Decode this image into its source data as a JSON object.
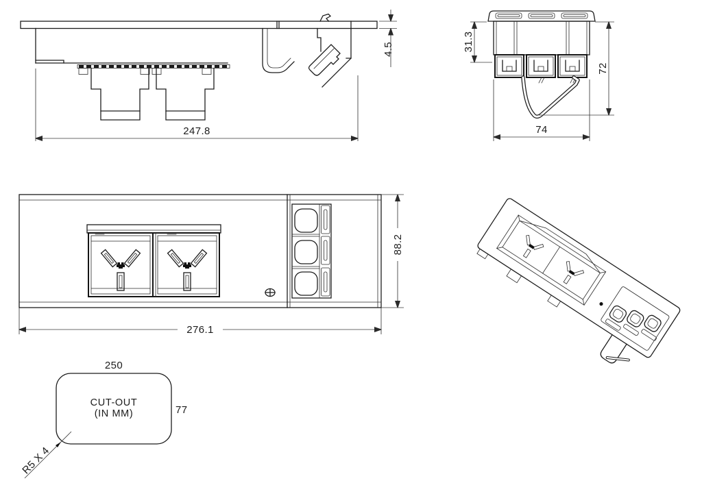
{
  "drawing": {
    "background": "#ffffff",
    "line_color": "#1c1c1c",
    "dim_color": "#3a3a3a",
    "views": {
      "side_section": {
        "dims": {
          "overall_width": "247.8",
          "plate_thickness": "4.5"
        }
      },
      "end_view": {
        "dims": {
          "clamp_open_depth": "31.3",
          "overall_depth": "72",
          "overall_width": "74"
        }
      },
      "front_view": {
        "dims": {
          "overall_width": "276.1",
          "overall_height": "88.2"
        }
      },
      "isometric_view": {},
      "cutout_view": {
        "label_line1": "CUT-OUT",
        "label_line2": "(IN MM)",
        "dims": {
          "width": "250",
          "height": "77",
          "corner_radius": "R5 X 4"
        }
      }
    }
  }
}
